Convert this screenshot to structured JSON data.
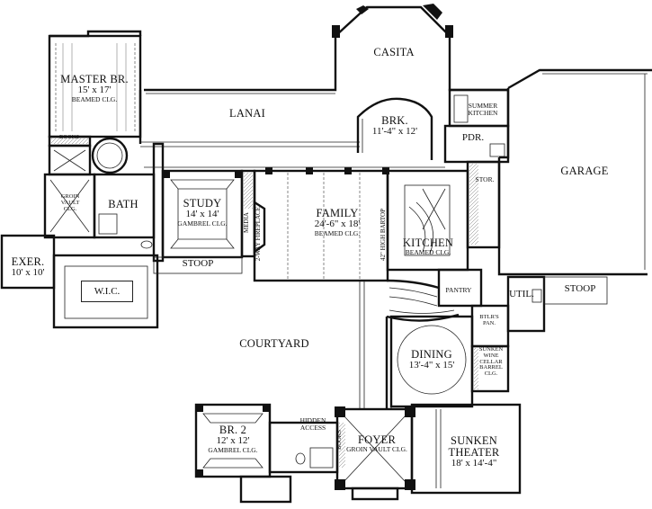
{
  "rooms": {
    "casita": {
      "name": "CASITA"
    },
    "master": {
      "name": "MASTER BR.",
      "dims": "15' x 17'",
      "note": "BEAMED CLG."
    },
    "lanai": {
      "name": "LANAI"
    },
    "brk": {
      "name": "BRK.",
      "dims": "11'-4\" x 12'"
    },
    "summer": {
      "name": "SUMMER",
      "name2": "KITCHEN"
    },
    "pdr": {
      "name": "PDR."
    },
    "garage": {
      "name": "GARAGE"
    },
    "books_top": {
      "name": "BOOKS"
    },
    "groin": {
      "line1": "GROIN",
      "line2": "VAULT",
      "line3": "CLG."
    },
    "bath": {
      "name": "BATH"
    },
    "study": {
      "name": "STUDY",
      "dims": "14' x 14'",
      "note": "GAMBREL CLG."
    },
    "media": {
      "name": "MEDIA"
    },
    "fireplace": {
      "name": "2-WAY",
      "name2": "FIREPLACE"
    },
    "family": {
      "name": "FAMILY",
      "dims": "24'-6\" x 18'",
      "note": "BEAMED CLG."
    },
    "bartop": {
      "name": "42\" HIGH",
      "name2": "BARTOP"
    },
    "kitchen": {
      "name": "KITCHEN",
      "note": "BEAMED CLG."
    },
    "stor": {
      "name": "STOR."
    },
    "exer": {
      "name": "EXER.",
      "dims": "10' x 10'"
    },
    "wic": {
      "name": "W.I.C."
    },
    "stoop_left": {
      "name": "STOOP"
    },
    "pantry": {
      "name": "PANTRY"
    },
    "util": {
      "name": "UTIL."
    },
    "stoop_right": {
      "name": "STOOP"
    },
    "btlrs": {
      "name": "BTLR'S",
      "name2": "PAN."
    },
    "courtyard": {
      "name": "COURTYARD"
    },
    "dining": {
      "name": "DINING",
      "dims": "13'-4\" x 15'"
    },
    "wine": {
      "line1": "SUNKEN",
      "line2": "WINE",
      "line3": "CELLAR",
      "line4": "BARREL",
      "line5": "CLG."
    },
    "br2": {
      "name": "BR. 2",
      "dims": "12' x 12'",
      "note": "GAMBREL CLG."
    },
    "hidden": {
      "name": "HIDDEN",
      "name2": "ACCESS"
    },
    "books_bottom": {
      "name": "BOOKS"
    },
    "foyer": {
      "name": "FOYER",
      "note": "GROIN VAULT CLG."
    },
    "theater": {
      "name": "SUNKEN",
      "name2": "THEATER",
      "dims": "18' x 14'-4\""
    }
  }
}
